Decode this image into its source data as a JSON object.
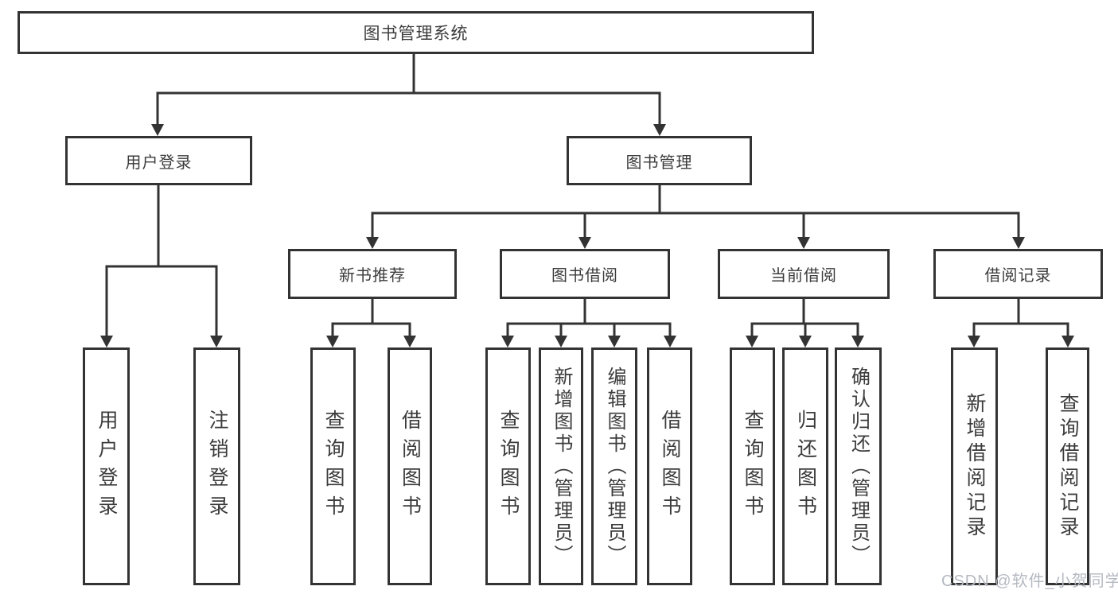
{
  "diagram": {
    "root": "图书管理系统",
    "branches": [
      {
        "label": "用户登录",
        "children": [
          "用户登录",
          "注销登录"
        ]
      },
      {
        "label": "图书管理",
        "modules": [
          {
            "label": "新书推荐",
            "children": [
              "查询图书",
              "借阅图书"
            ]
          },
          {
            "label": "图书借阅",
            "children": [
              "查询图书",
              "新增图书（管理员）",
              "编辑图书（管理员）",
              "借阅图书"
            ]
          },
          {
            "label": "当前借阅",
            "children": [
              "查询图书",
              "归还图书",
              "确认归还（管理员）"
            ]
          },
          {
            "label": "借阅记录",
            "children": [
              "新增借阅记录",
              "查询借阅记录"
            ]
          }
        ]
      }
    ],
    "watermark": "CSDN @软件_小贺同学",
    "colors": {
      "line": "#333333",
      "text": "#3c3c3c",
      "watermark": "#b5b9c1",
      "background": "#ffffff"
    }
  }
}
